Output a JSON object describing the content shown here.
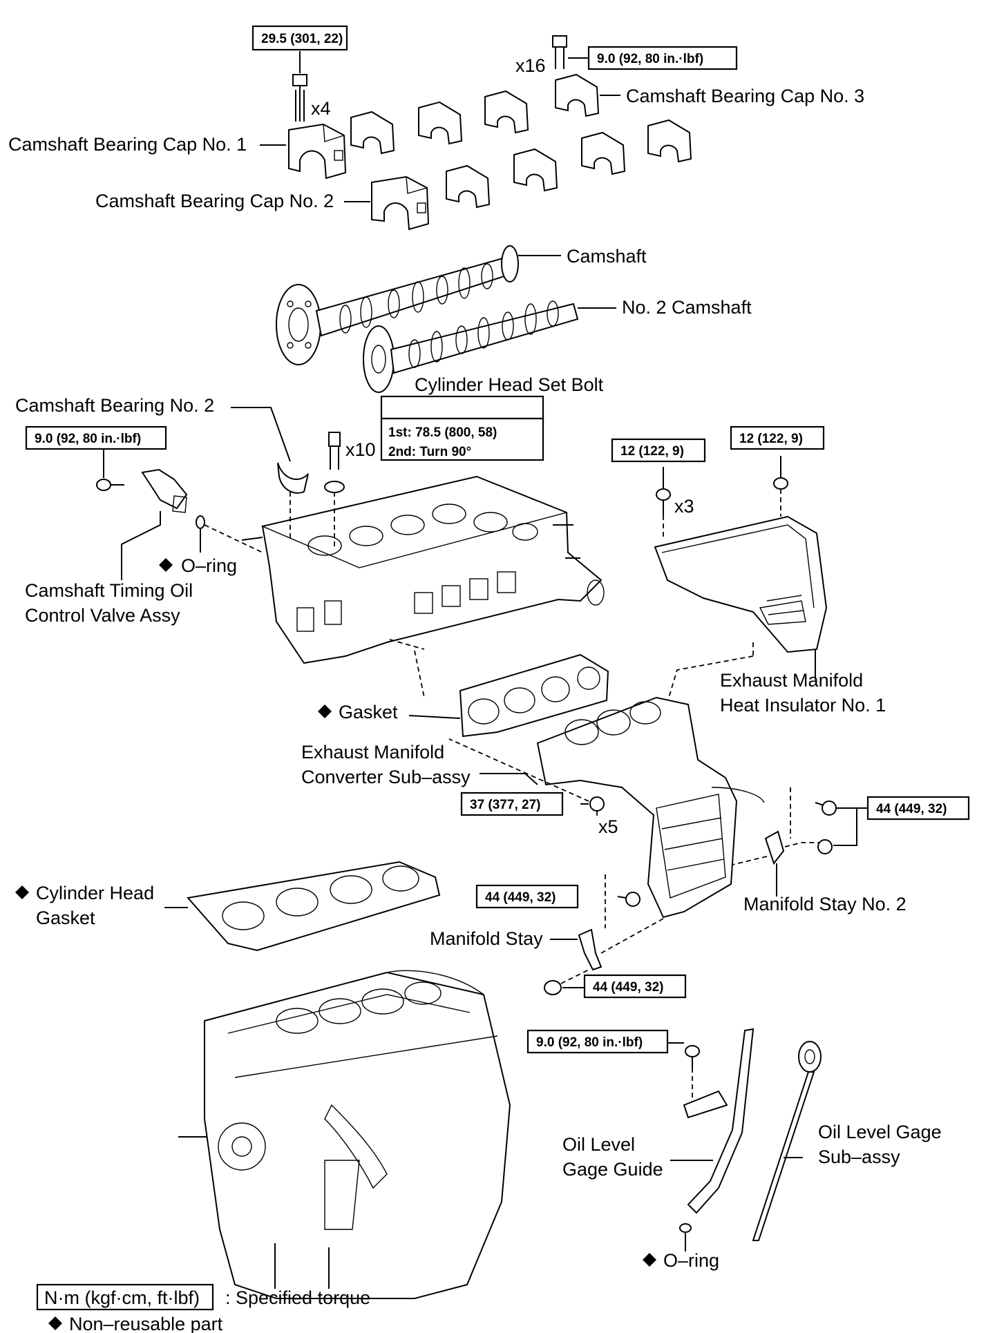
{
  "labels": {
    "cap1": "Camshaft Bearing Cap No. 1",
    "cap2": "Camshaft Bearing Cap No. 2",
    "cap3": "Camshaft Bearing Cap No. 3",
    "camshaft": "Camshaft",
    "camshaft2": "No. 2 Camshaft",
    "head_bolt": "Cylinder Head Set Bolt",
    "bearing2": "Camshaft Bearing No. 2",
    "ocv_1": "Camshaft Timing Oil",
    "ocv_2": "Control Valve Assy",
    "oring": "O–ring",
    "gasket": "Gasket",
    "exh_ins_1": "Exhaust Manifold",
    "exh_ins_2": "Heat Insulator No. 1",
    "exh_conv_1": "Exhaust Manifold",
    "exh_conv_2": "Converter Sub–assy",
    "head_gasket_1": "Cylinder Head",
    "head_gasket_2": "Gasket",
    "stay2": "Manifold Stay No. 2",
    "stay": "Manifold Stay",
    "guide_1": "Oil Level",
    "guide_2": "Gage Guide",
    "gage_1": "Oil Level Gage",
    "gage_2": "Sub–assy",
    "oring2": "O–ring"
  },
  "quantities": {
    "x4": "x4",
    "x16": "x16",
    "x10": "x10",
    "x3": "x3",
    "x5": "x5"
  },
  "torques": {
    "cap1_bolt": "29.5 (301, 22)",
    "cap_bolts": "9.0 (92, 80 in.·lbf)",
    "ocv_bolt": "9.0 (92, 80 in.·lbf)",
    "head_bolt_1": "1st: 78.5 (800, 58)",
    "head_bolt_2": "2nd: Turn 90°",
    "ins_bolt_a": "12 (122, 9)",
    "ins_bolt_b": "12 (122, 9)",
    "exh_nut": "37 (377, 27)",
    "stay2_bolt": "44 (449, 32)",
    "stay_bolt": "44 (449, 32)",
    "stay_nut": "44 (449, 32)",
    "guide_bolt": "9.0 (92, 80 in.·lbf)"
  },
  "legend": {
    "unit_box": "N·m (kgf·cm, ft·lbf)",
    "unit_text": ": Specified torque",
    "nonreusable": "Non–reusable part"
  }
}
